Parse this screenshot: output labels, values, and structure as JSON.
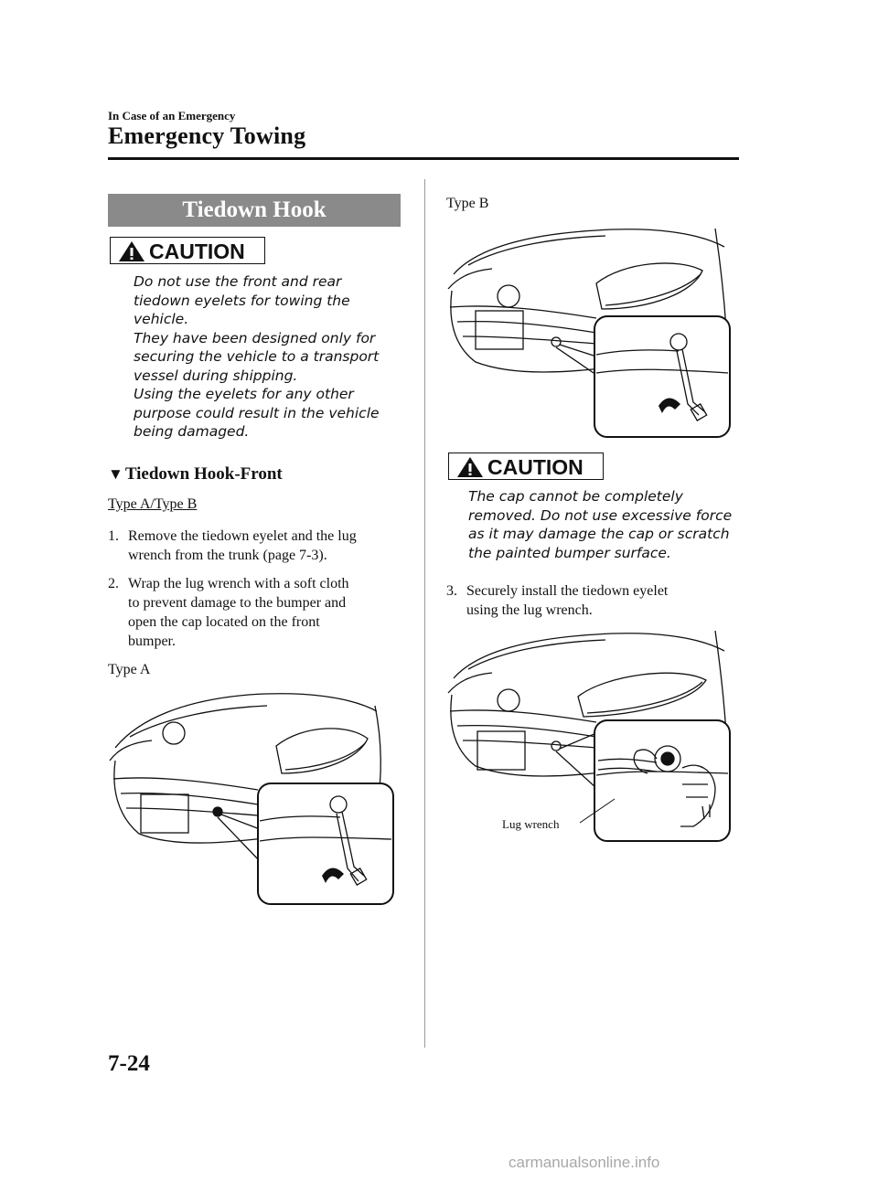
{
  "header": {
    "section": "In Case of an Emergency",
    "title": "Emergency Towing"
  },
  "left": {
    "banner": "Tiedown Hook",
    "caution": {
      "label": "CAUTION",
      "lines": [
        "Do not use the front and rear",
        "tiedown eyelets for towing the",
        "vehicle.",
        "They have been designed only for",
        "securing the vehicle to a transport",
        "vessel during shipping.",
        "Using the eyelets for any other",
        "purpose could result in the vehicle",
        "being damaged."
      ]
    },
    "subhead_marker": "▼",
    "subhead": "Tiedown Hook-Front",
    "type_group": "Type A/Type B",
    "steps": [
      {
        "num": "1.",
        "lines": [
          "Remove the tiedown eyelet and the lug",
          "wrench from the trunk (page 7-3)."
        ]
      },
      {
        "num": "2.",
        "lines": [
          "Wrap the lug wrench with a soft cloth",
          "to prevent damage to the bumper and",
          "open the cap located on the front",
          "bumper."
        ]
      }
    ],
    "figure_a_label": "Type A"
  },
  "right": {
    "figure_b_label": "Type B",
    "caution": {
      "label": "CAUTION",
      "lines": [
        "The cap cannot be completely",
        "removed. Do not use excessive force",
        "as it may damage the cap or scratch",
        "the painted bumper surface."
      ]
    },
    "step3": {
      "num": "3.",
      "lines": [
        "Securely install the tiedown eyelet",
        "using the lug wrench."
      ]
    },
    "lug_wrench_callout": "Lug wrench"
  },
  "footer": {
    "page_number": "7-24",
    "watermark": "carmanualsonline.info"
  }
}
